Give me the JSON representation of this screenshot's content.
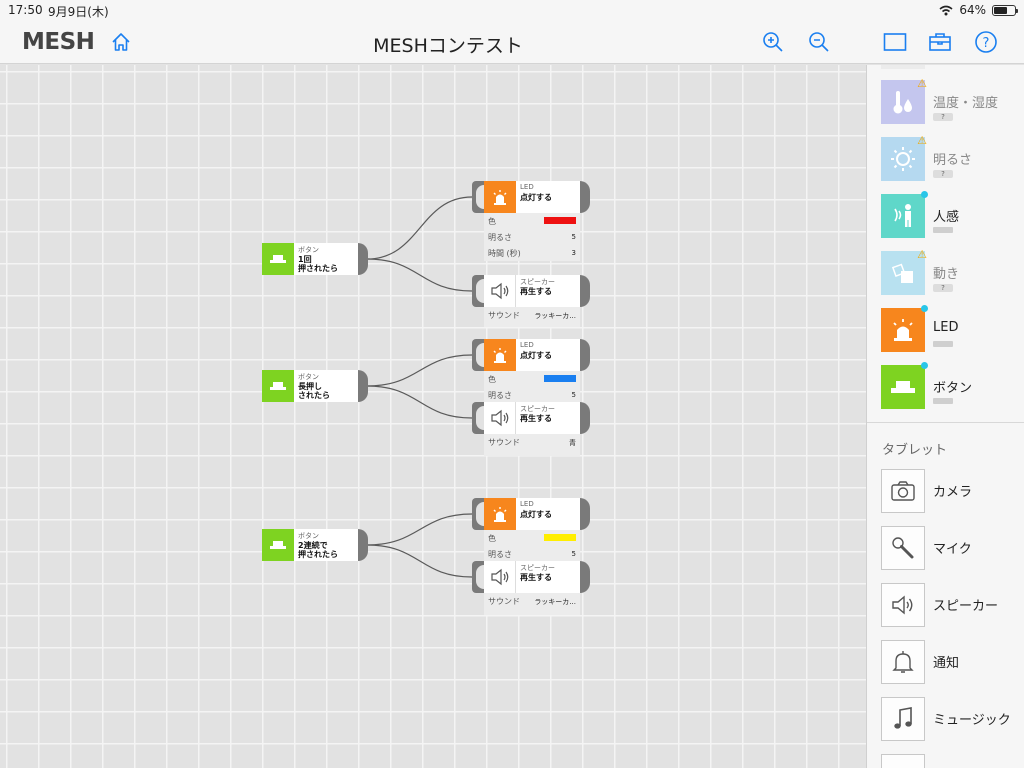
{
  "status_bar": {
    "time": "17:50",
    "date": "9月9日(木)",
    "battery": "64%",
    "battery_level": 0.64
  },
  "header": {
    "logo": "MESH",
    "title": "MESHコンテスト"
  },
  "canvas": {
    "recipes": [
      {
        "trigger": {
          "kind": "ボタン",
          "action": "1回\n押されたら",
          "color": "#7ed321"
        },
        "led": {
          "kind": "LED",
          "action": "点灯する",
          "props": [
            {
              "label": "色",
              "swatch": "#ee1111"
            },
            {
              "label": "明るさ",
              "value": "5"
            },
            {
              "label": "時間 (秒)",
              "value": "3"
            }
          ]
        },
        "speaker": {
          "kind": "スピーカー",
          "action": "再生する",
          "props": [
            {
              "label": "サウンド",
              "value": "ラッキーカ..."
            }
          ]
        }
      },
      {
        "trigger": {
          "kind": "ボタン",
          "action": "長押し\nされたら",
          "color": "#7ed321"
        },
        "led": {
          "kind": "LED",
          "action": "点灯する",
          "props": [
            {
              "label": "色",
              "swatch": "#1a7ff0"
            },
            {
              "label": "明るさ",
              "value": "5"
            }
          ]
        },
        "speaker": {
          "kind": "スピーカー",
          "action": "再生する",
          "props": [
            {
              "label": "サウンド",
              "value": "青"
            }
          ]
        }
      },
      {
        "trigger": {
          "kind": "ボタン",
          "action": "2連続で\n押されたら",
          "color": "#7ed321"
        },
        "led": {
          "kind": "LED",
          "action": "点灯する",
          "props": [
            {
              "label": "色",
              "swatch": "#ffee00"
            },
            {
              "label": "明るさ",
              "value": "5"
            }
          ]
        },
        "speaker": {
          "kind": "スピーカー",
          "action": "再生する",
          "props": [
            {
              "label": "サウンド",
              "value": "ラッキーカ..."
            }
          ]
        }
      }
    ]
  },
  "sidebar": {
    "blocks": [
      {
        "name": "温度・湿度",
        "status": "?",
        "icon": "thermometer-icon",
        "color": "#c4c6ee",
        "warning": true
      },
      {
        "name": "明るさ",
        "status": "?",
        "icon": "brightness-icon",
        "color": "#b5d9f0",
        "warning": true
      },
      {
        "name": "人感",
        "icon": "motion-icon",
        "color": "#5fd7c9",
        "connected": true
      },
      {
        "name": "動き",
        "status": "?",
        "icon": "move-icon",
        "color": "#b8e1f0",
        "warning": true
      },
      {
        "name": "LED",
        "icon": "led-icon",
        "color": "#f7861d",
        "connected": true
      },
      {
        "name": "ボタン",
        "icon": "button-icon",
        "color": "#7ed321",
        "connected": true
      }
    ],
    "tablet_heading": "タブレット",
    "tablet": [
      {
        "name": "カメラ",
        "icon": "camera-icon"
      },
      {
        "name": "マイク",
        "icon": "microphone-icon"
      },
      {
        "name": "スピーカー",
        "icon": "speaker-icon"
      },
      {
        "name": "通知",
        "icon": "bell-icon"
      },
      {
        "name": "ミュージック",
        "icon": "music-icon"
      }
    ]
  },
  "theme": {
    "accent": "#1a7ff0",
    "grid": "#e2e2e2"
  }
}
